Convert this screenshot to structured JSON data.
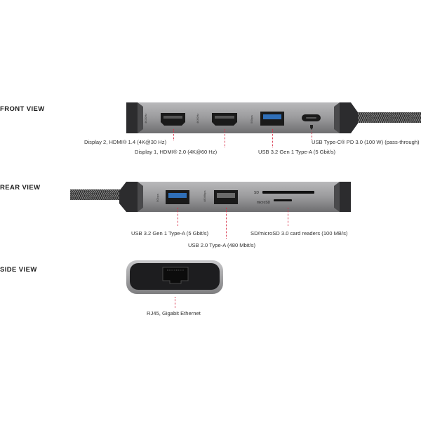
{
  "sections": {
    "front": {
      "title": "FRONT VIEW"
    },
    "rear": {
      "title": "REAR VIEW"
    },
    "side": {
      "title": "SIDE VIEW"
    }
  },
  "front_labels": {
    "display2": "Display 2, HDMI® 1.4 (4K@30 Hz)",
    "display1": "Display 1, HDMI® 2.0 (4K@60 Hz)",
    "usb_a": "USB 3.2 Gen 1 Type-A (5 Gbit/s)",
    "usb_c": "USB Type-C® PD 3.0 (100 W) (pass-through)"
  },
  "front_port_marks": {
    "hdmi_1": "4K30Hz",
    "hdmi_2": "4K60Hz",
    "usb_a": "5Gbps"
  },
  "rear_labels": {
    "usb_a_3": "USB 3.2 Gen 1 Type-A (5 Gbit/s)",
    "usb_2": "USB 2.0 Type-A (480 Mbit/s)",
    "card": "SD/microSD 3.0 card readers (100 MB/s)"
  },
  "rear_port_marks": {
    "usb_a_3": "5Gbps",
    "usb_2": "480Mbps",
    "sd": "SD",
    "microsd": "microSD"
  },
  "side_labels": {
    "rj45": "RJ45, Gigabit Ethernet"
  },
  "colors": {
    "body": "#9a9a9c",
    "end_cap": "#2a2a2c",
    "usb3_blue": "#2f6fb8",
    "leader": "#d8324a"
  }
}
